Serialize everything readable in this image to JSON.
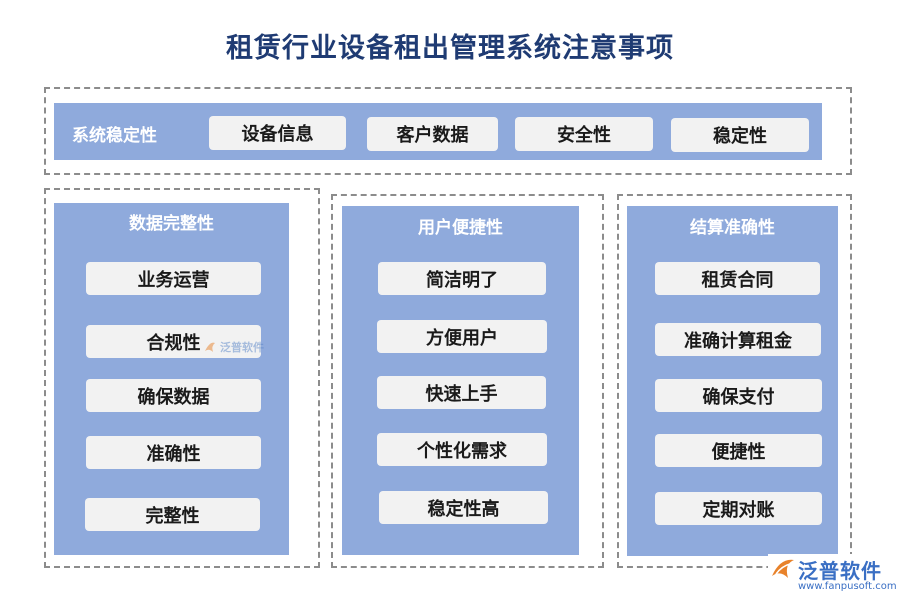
{
  "title": "租赁行业设备租出管理系统注意事项",
  "top_section": {
    "label": "系统稳定性",
    "items": [
      "设备信息",
      "客户数据",
      "安全性",
      "稳定性"
    ]
  },
  "columns": [
    {
      "label": "数据完整性",
      "items": [
        "业务运营",
        "合规性",
        "确保数据",
        "准确性",
        "完整性"
      ]
    },
    {
      "label": "用户便捷性",
      "items": [
        "简洁明了",
        "方便用户",
        "快速上手",
        "个性化需求",
        "稳定性高"
      ]
    },
    {
      "label": "结算准确性",
      "items": [
        "租赁合同",
        "准确计算租金",
        "确保支付",
        "便捷性",
        "定期对账"
      ]
    }
  ],
  "watermark": {
    "text": "泛普软件"
  },
  "logo": {
    "name": "泛普软件",
    "url": "www.fanpusoft.com"
  },
  "colors": {
    "title": "#1f3b73",
    "panel": "#8faadc",
    "pill": "#f2f2f2",
    "dash": "#8c8c8c",
    "logo_orange": "#e8822a",
    "logo_blue": "#3a6fc4"
  }
}
